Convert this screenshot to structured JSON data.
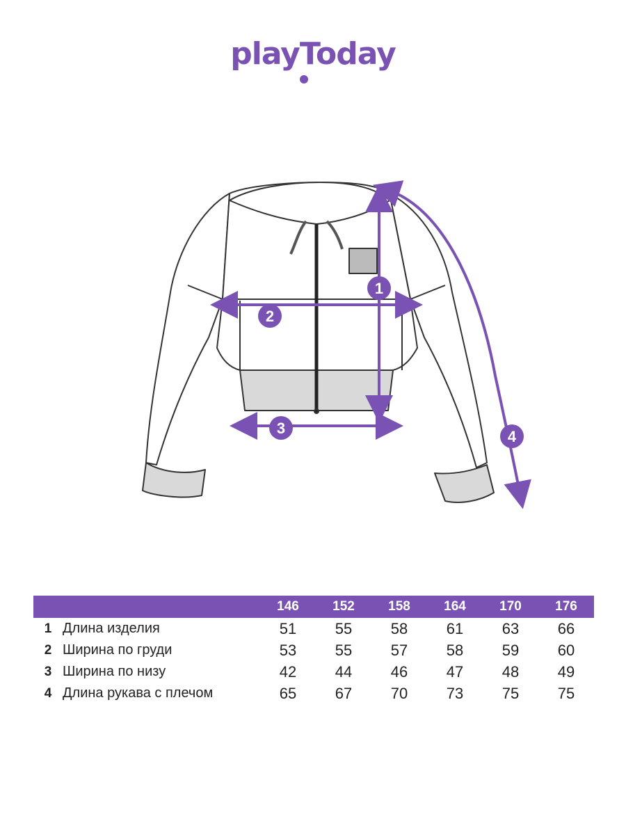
{
  "brand": {
    "logo_text": "playToday",
    "color": "#7a52b3"
  },
  "diagram": {
    "markers": [
      "1",
      "2",
      "3",
      "4"
    ]
  },
  "size_table": {
    "header": [
      "146",
      "152",
      "158",
      "164",
      "170",
      "176"
    ],
    "rows": [
      {
        "num": "1",
        "label": "Длина изделия",
        "values": [
          "51",
          "55",
          "58",
          "61",
          "63",
          "66"
        ]
      },
      {
        "num": "2",
        "label": "Ширина по груди",
        "values": [
          "53",
          "55",
          "57",
          "58",
          "59",
          "60"
        ]
      },
      {
        "num": "3",
        "label": "Ширина по низу",
        "values": [
          "42",
          "44",
          "46",
          "47",
          "48",
          "49"
        ]
      },
      {
        "num": "4",
        "label": "Длина рукава с плечом",
        "values": [
          "65",
          "67",
          "70",
          "73",
          "75",
          "75"
        ]
      }
    ]
  }
}
